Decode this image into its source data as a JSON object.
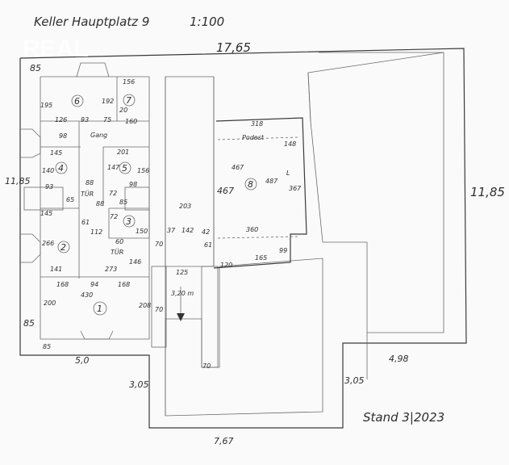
{
  "title": "Keller Hauptplatz 9",
  "scale": "1:100",
  "watermark": "REAL",
  "status_date": "Stand 3|2023",
  "overall_dimensions": {
    "width_top": "17,65",
    "height_right": "11,85",
    "height_left": "11,85",
    "bottom_left_width": "5,0",
    "bottom_middle_width": "7,67",
    "bottom_right_width": "4,98",
    "step_left": "3,05",
    "step_right": "3,05",
    "offset_top_left": "85",
    "offset_bottom_left": "85"
  },
  "rooms": [
    {
      "number": "1"
    },
    {
      "number": "2"
    },
    {
      "number": "3"
    },
    {
      "number": "4"
    },
    {
      "number": "5"
    },
    {
      "number": "6"
    },
    {
      "number": "7"
    },
    {
      "number": "8"
    }
  ],
  "room_labels": [
    "Gang",
    "Podest",
    "L"
  ],
  "dimensions": [
    "156",
    "195",
    "192",
    "20",
    "126",
    "93",
    "75",
    "160",
    "98",
    "145",
    "201",
    "140",
    "147",
    "156",
    "93",
    "65",
    "88",
    "88",
    "72",
    "85",
    "98",
    "145",
    "61",
    "112",
    "72",
    "150",
    "266",
    "60",
    "TÜR",
    "TÜR",
    "146",
    "141",
    "273",
    "168",
    "168",
    "430",
    "94",
    "200",
    "208",
    "70",
    "85",
    "203",
    "37",
    "142",
    "42",
    "61",
    "125",
    "3,20 m",
    "70",
    "70",
    "120",
    "165",
    "99",
    "360",
    "467",
    "487",
    "367",
    "318",
    "148",
    "467"
  ]
}
